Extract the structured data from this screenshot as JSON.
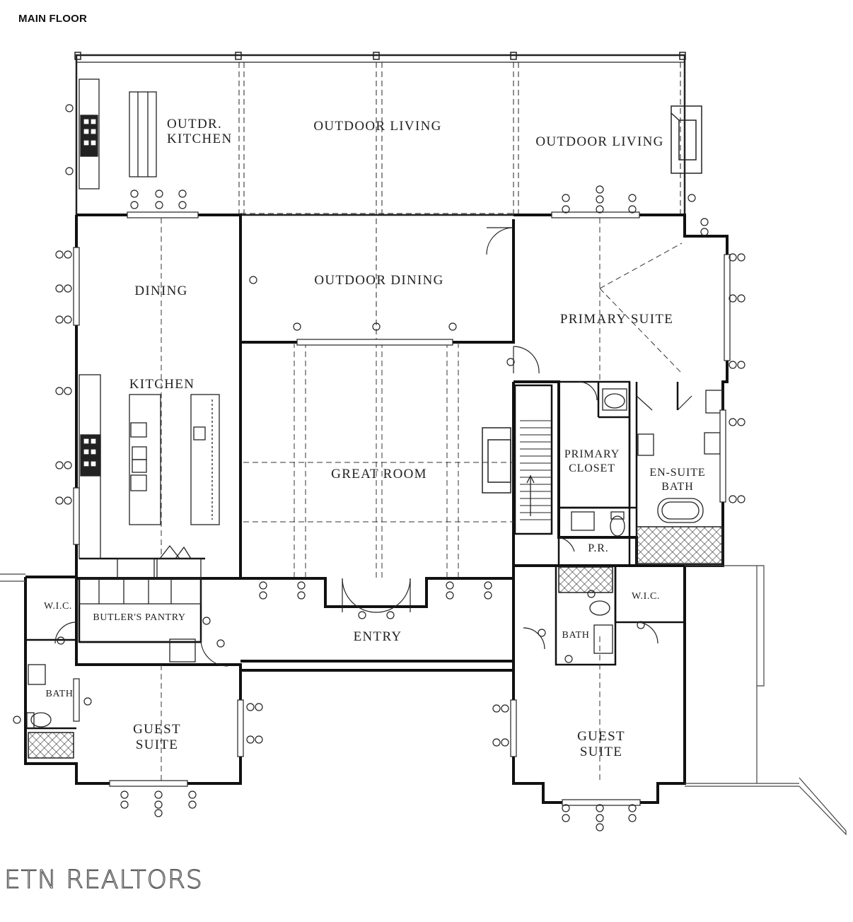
{
  "title": "MAIN FLOOR",
  "brand": "ETN REALTORS",
  "rooms": {
    "outdoor_kitchen_1": "OUTDR.",
    "outdoor_kitchen_2": "KITCHEN",
    "outdoor_living_center": "OUTDOOR LIVING",
    "outdoor_living_right": "OUTDOOR LIVING",
    "outdoor_dining": "OUTDOOR DINING",
    "dining": "DINING",
    "kitchen": "KITCHEN",
    "primary_suite": "PRIMARY SUITE",
    "great_room": "GREAT ROOM",
    "primary_closet_1": "PRIMARY",
    "primary_closet_2": "CLOSET",
    "en_suite_bath_1": "EN-SUITE",
    "en_suite_bath_2": "BATH",
    "powder_room": "P.R.",
    "butlers_pantry": "BUTLER'S PANTRY",
    "entry": "ENTRY",
    "wic_left": "W.I.C.",
    "bath_left": "BATH",
    "guest_suite_left_1": "GUEST",
    "guest_suite_left_2": "SUITE",
    "wic_right": "W.I.C.",
    "bath_right": "BATH",
    "guest_suite_right_1": "GUEST",
    "guest_suite_right_2": "SUITE"
  }
}
